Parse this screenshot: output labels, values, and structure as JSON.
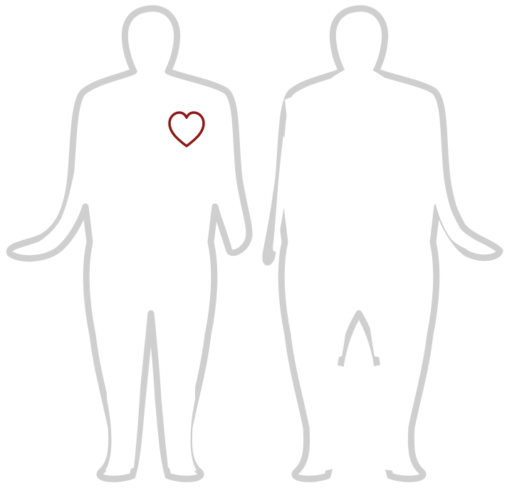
{
  "figure": {
    "views": [
      "front-view",
      "back-view"
    ],
    "outline_color": "#cfcfcf",
    "highlight": {
      "organ": "heart",
      "icon": "heart-outline-icon",
      "color": "#8b1a1a"
    }
  }
}
